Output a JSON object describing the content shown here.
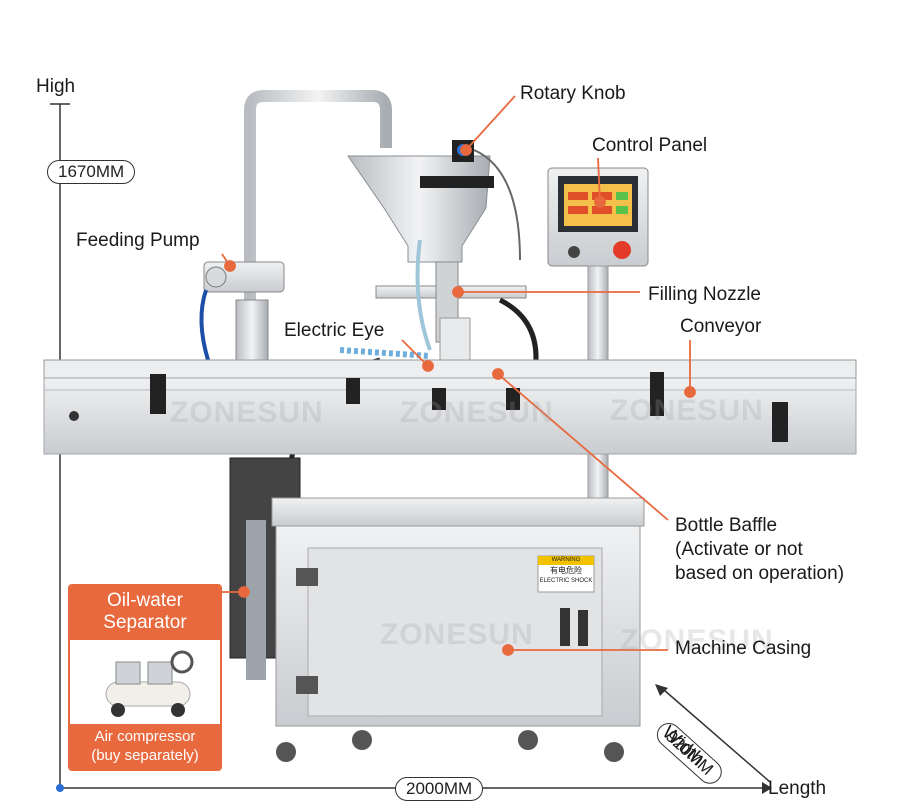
{
  "dimensions": {
    "high_label": "High",
    "height_value": "1670MM",
    "length_value": "2000MM",
    "length_label": "Length",
    "width_value": "920MM",
    "width_label": "Width"
  },
  "callouts": {
    "rotary_knob": "Rotary Knob",
    "control_panel": "Control Panel",
    "feeding_pump": "Feeding Pump",
    "filling_nozzle": "Filling Nozzle",
    "electric_eye": "Electric Eye",
    "conveyor": "Conveyor",
    "bottle_baffle_line1": "Bottle Baffle",
    "bottle_baffle_line2": "(Activate or not",
    "bottle_baffle_line3": "based on operation)",
    "machine_casing": "Machine Casing"
  },
  "inset": {
    "title_line1": "Oil-water",
    "title_line2": "Separator",
    "caption_line1": "Air compressor",
    "caption_line2": "(buy separately)"
  },
  "machine": {
    "warning_label": "WARNING",
    "warning_cn": "有电危险",
    "warning_en": "ELECTRIC SHOCK"
  },
  "watermark": "ZONESUN",
  "colors": {
    "accent": "#e8693d",
    "axis": "#333333",
    "steel_light": "#e4e6e8",
    "steel_dark": "#9aa0a6"
  }
}
